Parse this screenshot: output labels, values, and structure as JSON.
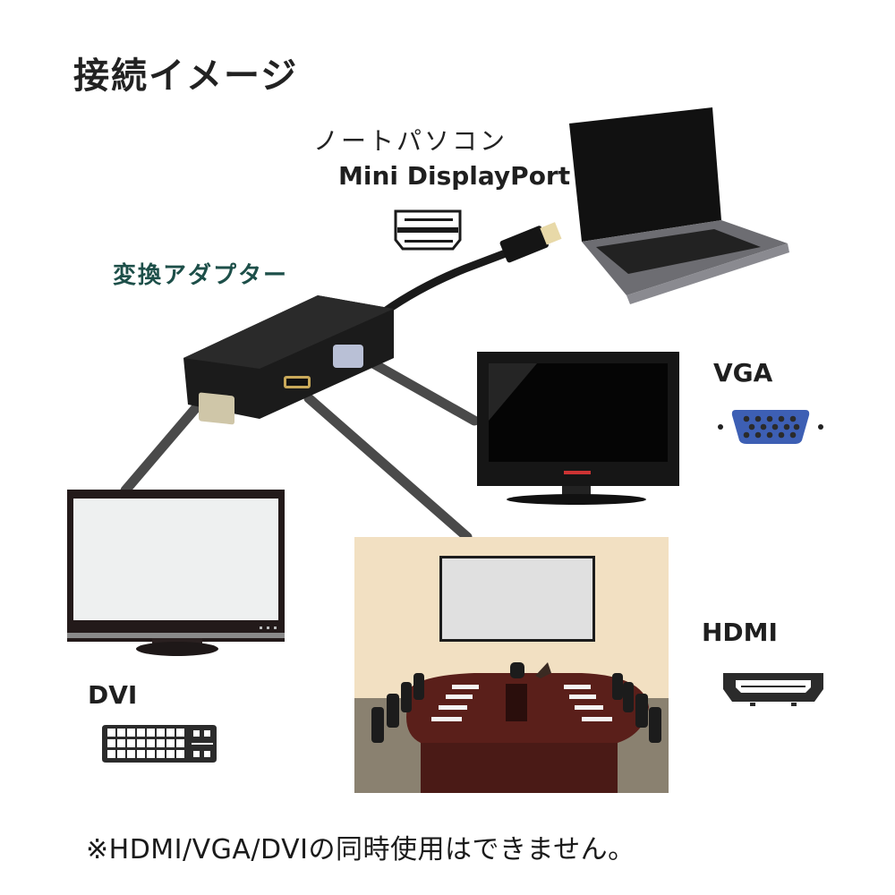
{
  "title": "接続イメージ",
  "source_device": {
    "label": "ノートパソコン",
    "port_label": "Mini DisplayPort",
    "port_icon": "mini-displayport-icon",
    "image": "laptop-illustration"
  },
  "adapter": {
    "label": "変換アダプター",
    "ports": [
      "DVI",
      "HDMI",
      "VGA"
    ],
    "image": "adapter-illustration"
  },
  "outputs": [
    {
      "label": "VGA",
      "icon": "vga-connector-icon",
      "icon_color": "#3d5fb4",
      "device": "tv-monitor-black"
    },
    {
      "label": "HDMI",
      "icon": "hdmi-connector-icon",
      "device": "conference-room-screen"
    },
    {
      "label": "DVI",
      "icon": "dvi-connector-icon",
      "device": "monitor-white-screen"
    }
  ],
  "note": "※HDMI/VGA/DVIの同時使用はできません。",
  "colors": {
    "title_text": "#222222",
    "adapter_label": "#1d4f49",
    "cable": "#4a4a4a",
    "vga_blue": "#3d5fb4"
  }
}
